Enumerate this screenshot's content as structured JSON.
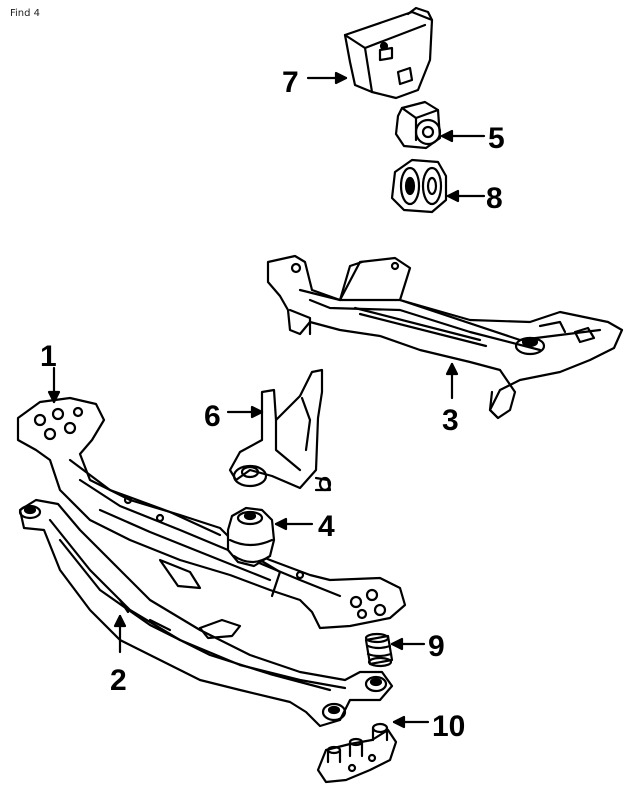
{
  "header": {
    "label": "Find 4"
  },
  "callouts": {
    "c1": "1",
    "c2": "2",
    "c3": "3",
    "c4": "4",
    "c5": "5",
    "c6": "6",
    "c7": "7",
    "c8": "8",
    "c9": "9",
    "c10": "10"
  },
  "colors": {
    "line": "#000000",
    "paper": "#ffffff"
  }
}
